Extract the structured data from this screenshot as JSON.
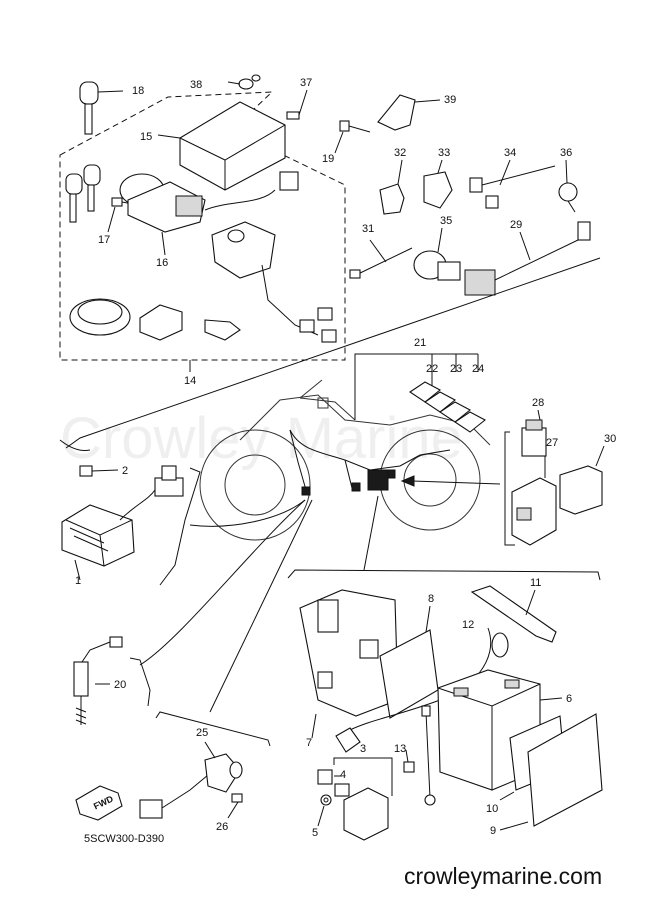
{
  "diagram": {
    "code": "5SCW300-D390",
    "site": "crowleymarine.com",
    "watermark": "Crowley Marine",
    "fwd_label": "FWD",
    "callouts": [
      "1",
      "2",
      "3",
      "4",
      "5",
      "6",
      "7",
      "8",
      "9",
      "10",
      "11",
      "12",
      "13",
      "14",
      "15",
      "16",
      "17",
      "18",
      "19",
      "20",
      "21",
      "22",
      "23",
      "24",
      "25",
      "26",
      "27",
      "28",
      "29",
      "30",
      "31",
      "32",
      "33",
      "34",
      "35",
      "36",
      "37",
      "38",
      "39"
    ]
  }
}
